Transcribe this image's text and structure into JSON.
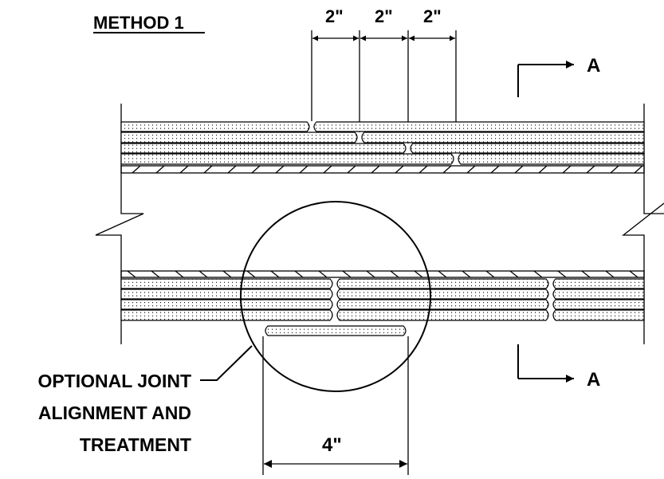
{
  "title": "METHOD 1",
  "dimensions": {
    "top_offsets": [
      "2\"",
      "2\"",
      "2\""
    ],
    "bottom_width": "4\""
  },
  "section_marker": {
    "label_top": "A",
    "label_bottom": "A"
  },
  "callout": {
    "lines": [
      "OPTIONAL JOINT",
      "ALIGNMENT AND",
      "TREATMENT"
    ]
  }
}
